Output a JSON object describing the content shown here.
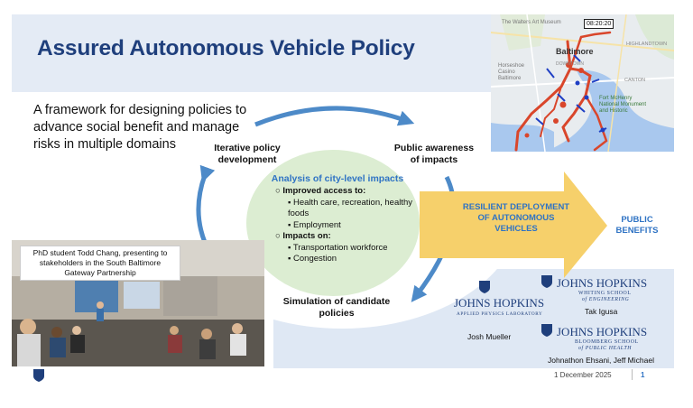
{
  "slide": {
    "title": "Assured Autonomous Vehicle Policy",
    "subtitle": "A framework for designing policies to advance social benefit and manage risks in multiple domains"
  },
  "cycle": {
    "top_left": "Iterative policy development",
    "top_right": "Public awareness of impacts",
    "bottom": "Simulation of candidate policies"
  },
  "center": {
    "heading": "Analysis of city-level impacts",
    "groups": [
      {
        "title": "Improved access to:",
        "items": [
          "Health care, recreation, healthy foods",
          "Employment"
        ]
      },
      {
        "title": "Impacts on:",
        "items": [
          "Transportation workforce",
          "Congestion"
        ]
      }
    ]
  },
  "outcome": {
    "arrow_text": "RESILIENT DEPLOYMENT OF AUTONOMOUS VEHICLES",
    "result": "PUBLIC BENEFITS"
  },
  "photo": {
    "caption": "PhD student Todd Chang, presenting to stakeholders in the South Baltimore Gateway Partnership"
  },
  "map": {
    "time": "08:20:20",
    "labels": [
      "The Walters Art Museum",
      "Baltimore",
      "Horseshoe Casino Baltimore",
      "Fort McHenry National Monument and Historic",
      "DOWNTOWN",
      "CANTON",
      "HIGHLANDTOWN"
    ]
  },
  "partners": {
    "apl": {
      "line1": "JOHNS HOPKINS",
      "line2": "APPLIED PHYSICS LABORATORY",
      "people": "Josh Mueller"
    },
    "whiting": {
      "line1": "JOHNS HOPKINS",
      "line2": "WHITING SCHOOL",
      "line3": "of ENGINEERING",
      "people": "Tak Igusa"
    },
    "bloomberg": {
      "line1": "JOHNS HOPKINS",
      "line2": "BLOOMBERG SCHOOL",
      "line3": "of PUBLIC HEALTH",
      "people": "Johnathon Ehsani, Jeff Michael"
    }
  },
  "footer": {
    "date": "1 December 2025",
    "page": "1"
  },
  "colors": {
    "title": "#1f3f7c",
    "accent": "#2f73c4",
    "arrow_gold": "#f6d06b",
    "center_green": "#dcedd2",
    "route_red": "#d9462b",
    "band": "#e4ebf5"
  }
}
